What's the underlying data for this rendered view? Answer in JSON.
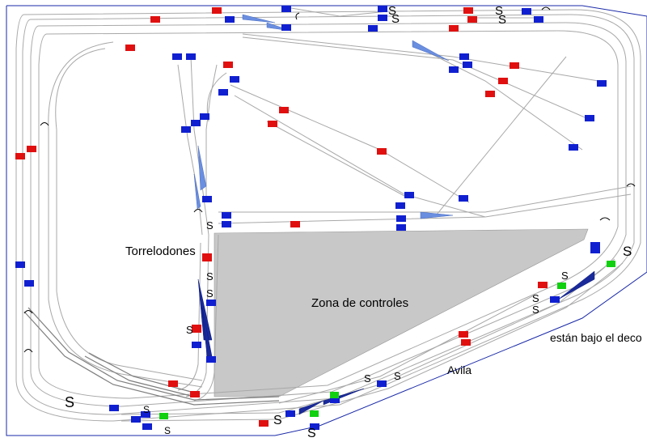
{
  "labels": {
    "station_torrelodones": "Torrelodones",
    "control_zone": "Zona de controles",
    "station_avila": "Avila",
    "note": "están bajo el deco"
  },
  "signal_letter": "S",
  "colors": {
    "track": "#a8a8a8",
    "track_dark": "#7e7e7e",
    "block_red": "#e01010",
    "block_blue": "#1020d0",
    "block_green": "#10d010",
    "turnout_light": "#6a8ee0",
    "turnout_dark": "#1a2a9a",
    "control_zone_fill": "#c8c8c8",
    "boundary": "#1a2aa8"
  }
}
